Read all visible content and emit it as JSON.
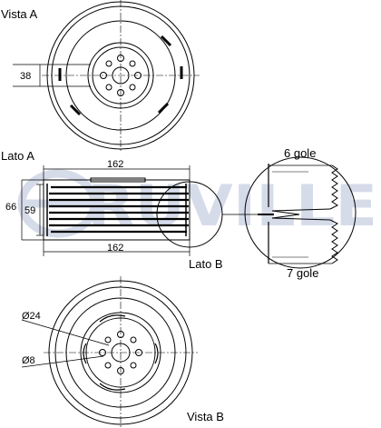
{
  "views": {
    "vista_a": "Vista A",
    "lato_a": "Lato A",
    "lato_b": "Lato B",
    "vista_b": "Vista B"
  },
  "dimensions": {
    "d38": "38",
    "d162_top": "162",
    "d162_bottom": "162",
    "d66": "66",
    "d59": "59",
    "dia24": "Ø24",
    "dia8": "Ø8"
  },
  "detail": {
    "top_label": "6 gole",
    "bottom_label": "7 gole"
  },
  "watermark": {
    "text": "RUVILLE",
    "color": "#1f3f8c"
  },
  "colors": {
    "line": "#000000",
    "watermark": "#1f3f8c"
  }
}
